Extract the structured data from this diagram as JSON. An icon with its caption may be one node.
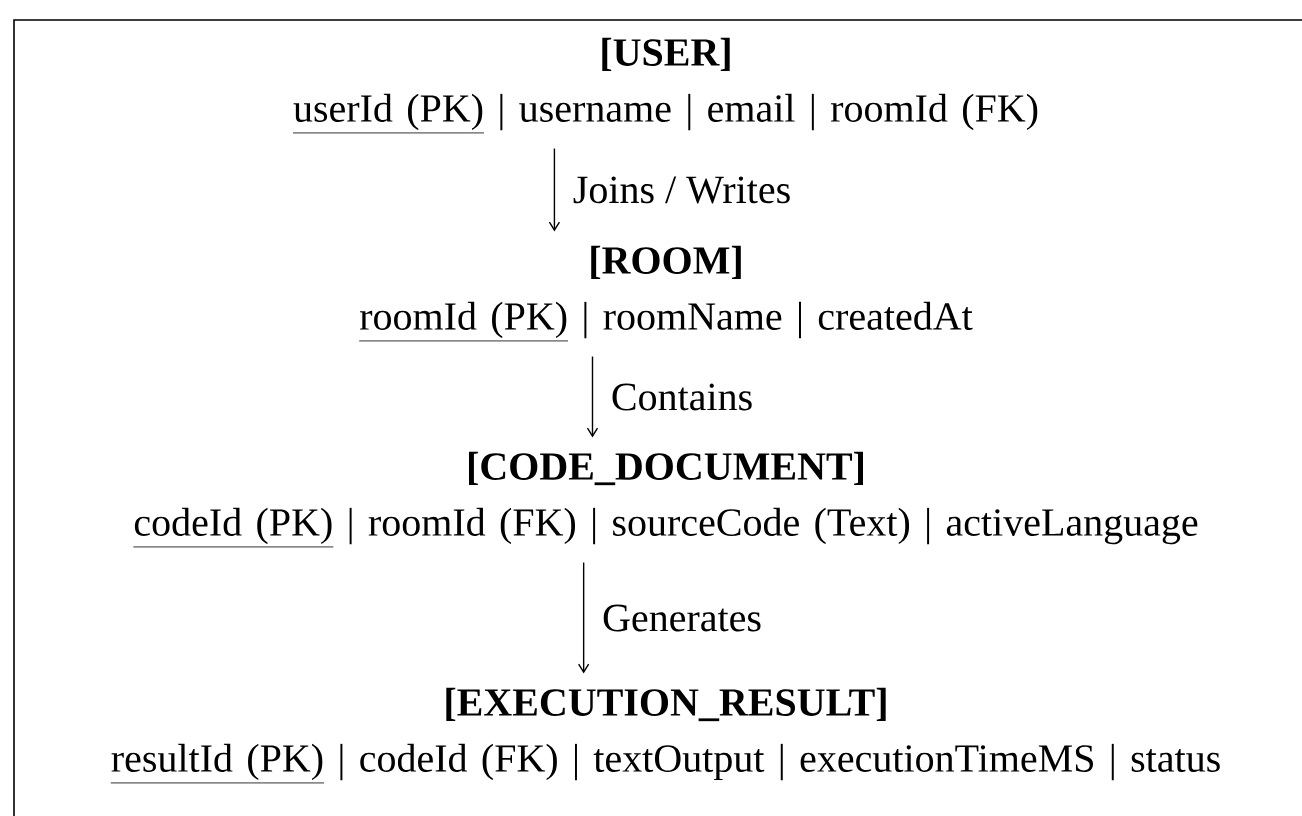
{
  "diagram": {
    "nodes": [
      {
        "text": [
          "[USER]",
          "userId (PK)",
          "| username | email | roomId (FK)"
        ]
      },
      {
        "text": [
          "[ROOM]",
          "roomId (PK)",
          "| roomName | createdAt"
        ]
      },
      {
        "text": [
          "[CODE_DOCUMENT]",
          "codeId (PK)",
          "| roomId (FK) | sourceCode (Text) | activeLanguage"
        ]
      },
      {
        "text": [
          "[EXECUTION_RESULT]",
          "resultId (PK)",
          "| codeId (FK) | textOutput | executionTimeMS | status"
        ]
      }
    ],
    "edges": [
      {
        "from": 0,
        "to": 1,
        "arrow": "to",
        "label": "Joins / Writes"
      },
      {
        "from": 1,
        "to": 2,
        "arrow": "to",
        "label": "Contains"
      },
      {
        "from": 2,
        "to": 3,
        "arrow": "to",
        "label": "Generates"
      }
    ]
  }
}
